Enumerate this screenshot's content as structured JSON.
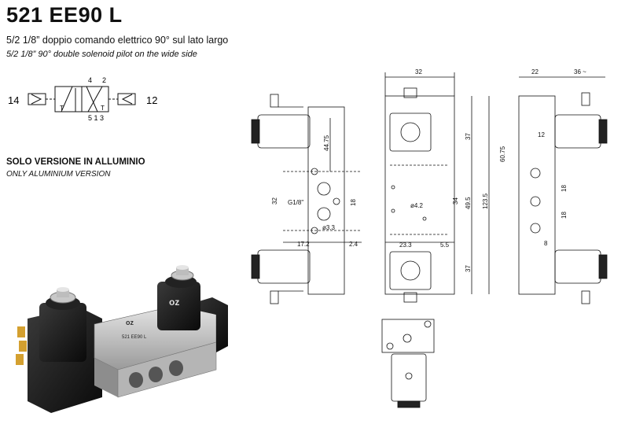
{
  "header": {
    "title": "521 EE90 L",
    "subtitle_it": "5/2 1/8” doppio comando elettrico 90° sul lato largo",
    "subtitle_en": "5/2 1/8” 90° double solenoid pilot on the wide side"
  },
  "symbol": {
    "port_left": "14",
    "port_right": "12",
    "port_top_1": "4",
    "port_top_2": "2",
    "port_bottom": "5 1 3",
    "t_left": "T",
    "t_right": "T"
  },
  "notes": {
    "version_it": "SOLO VERSIONE IN ALLUMINIO",
    "version_en": "ONLY ALUMINIUM VERSION"
  },
  "photo": {
    "brand": "oz",
    "model": "521 EE90 L"
  },
  "dimensions": {
    "side_44_75": "44.75",
    "side_32": "32",
    "thread": "G1/8\"",
    "side_18": "18",
    "hole_3_3": "ø3.3",
    "side_17_2": "17.2",
    "side_2_4": "2.4",
    "front_32": "32",
    "front_37_top": "37",
    "front_34": "34",
    "front_49_5": "49.5",
    "front_123_5": "123.5",
    "front_37_bottom": "37",
    "front_hole": "ø4.2",
    "front_23_3": "23.3",
    "front_5_5": "5.5",
    "right_22": "22",
    "right_36": "36 ~",
    "right_12": "12",
    "right_60_75": "60.75",
    "right_18_a": "18",
    "right_18_b": "18",
    "right_8": "8",
    "eq": "="
  }
}
